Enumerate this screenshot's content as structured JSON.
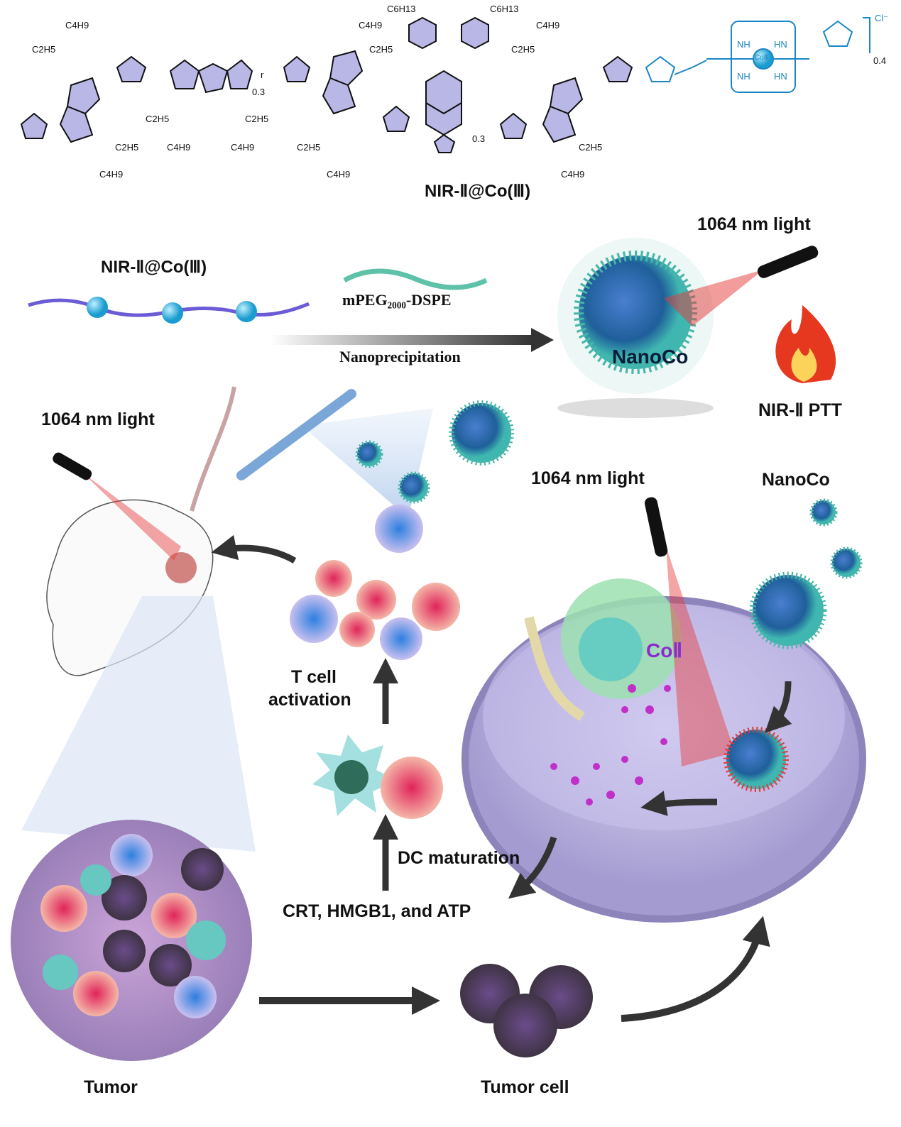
{
  "polymer": {
    "name": "NIR-Ⅱ@Co(Ⅲ)",
    "substituents": [
      "C4H9",
      "C2H5",
      "C2H5",
      "C4H9",
      "C2H5",
      "C4H9",
      "C2H5",
      "C4H9",
      "C4H9",
      "C2H5",
      "C2H5",
      "C4H9",
      "C6H13",
      "C6H13",
      "C4H9",
      "C2H5",
      "C2H5",
      "C4H9"
    ],
    "subscripts": [
      "0.3",
      "0.3",
      "0.4"
    ],
    "random_marker": "r",
    "metal": "CoⅢ",
    "counter_ion": "Cl⁻",
    "amines": [
      "NH",
      "HN",
      "NH",
      "HN"
    ]
  },
  "labels": {
    "polymer_label": "NIR-Ⅱ@Co(Ⅲ)",
    "peg": "mPEG₂₀₀₀-DSPE",
    "nanoprecipitation": "Nanoprecipitation",
    "light_top": "1064 nm light",
    "nanoco_particle": "NanoCo",
    "ptt": "NIR-Ⅱ PTT",
    "light_mouse": "1064 nm light",
    "light_cell": "1064 nm light",
    "nanoco_cell": "NanoCo",
    "co_ion": "CoⅡ",
    "t_cell": "T cell",
    "activation": "activation",
    "dc_maturation": "DC maturation",
    "damps": "CRT, HMGB1, and ATP",
    "tumor": "Tumor",
    "tumor_cell": "Tumor cell"
  },
  "colors": {
    "ring": "#b9b7e6",
    "blue": "#1a86c4",
    "bead": "#29a9d8",
    "chain": "#6b5bd6",
    "arrow": "#333333"
  }
}
